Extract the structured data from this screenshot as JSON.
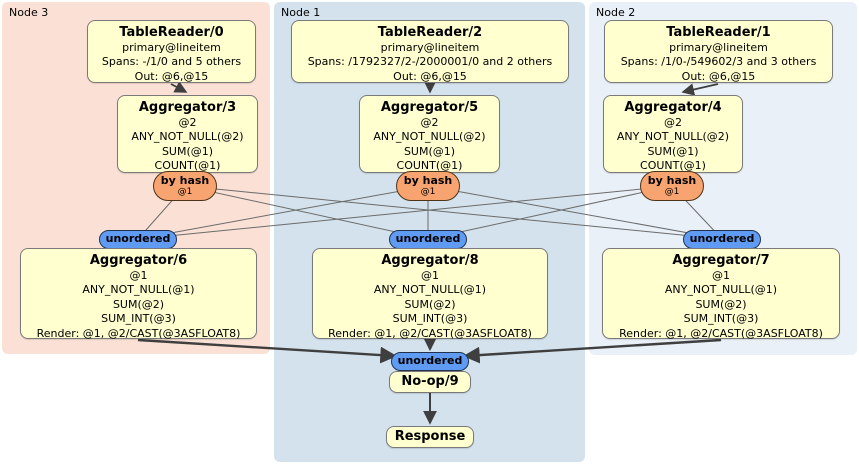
{
  "regions": {
    "node3": {
      "label": "Node 3"
    },
    "node1": {
      "label": "Node 1"
    },
    "node2": {
      "label": "Node 2"
    }
  },
  "boxes": {
    "tr0": {
      "title": "TableReader/0",
      "lines": [
        "primary@lineitem",
        "Spans: -/1/0 and 5 others",
        "Out: @6,@15"
      ]
    },
    "tr2": {
      "title": "TableReader/2",
      "lines": [
        "primary@lineitem",
        "Spans: /1792327/2-/2000001/0 and 2 others",
        "Out: @6,@15"
      ]
    },
    "tr1": {
      "title": "TableReader/1",
      "lines": [
        "primary@lineitem",
        "Spans: /1/0-/549602/3 and 3 others",
        "Out: @6,@15"
      ]
    },
    "agg3": {
      "title": "Aggregator/3",
      "lines": [
        "@2",
        "ANY_NOT_NULL(@2)",
        "SUM(@1)",
        "COUNT(@1)"
      ]
    },
    "agg5": {
      "title": "Aggregator/5",
      "lines": [
        "@2",
        "ANY_NOT_NULL(@2)",
        "SUM(@1)",
        "COUNT(@1)"
      ]
    },
    "agg4": {
      "title": "Aggregator/4",
      "lines": [
        "@2",
        "ANY_NOT_NULL(@2)",
        "SUM(@1)",
        "COUNT(@1)"
      ]
    },
    "agg6": {
      "title": "Aggregator/6",
      "lines": [
        "@1",
        "ANY_NOT_NULL(@1)",
        "SUM(@2)",
        "SUM_INT(@3)",
        "Render: @1, @2/CAST(@3ASFLOAT8)"
      ]
    },
    "agg8": {
      "title": "Aggregator/8",
      "lines": [
        "@1",
        "ANY_NOT_NULL(@1)",
        "SUM(@2)",
        "SUM_INT(@3)",
        "Render: @1, @2/CAST(@3ASFLOAT8)"
      ]
    },
    "agg7": {
      "title": "Aggregator/7",
      "lines": [
        "@1",
        "ANY_NOT_NULL(@1)",
        "SUM(@2)",
        "SUM_INT(@3)",
        "Render: @1, @2/CAST(@3ASFLOAT8)"
      ]
    },
    "noop": {
      "title": "No-op/9"
    },
    "response": {
      "title": "Response"
    }
  },
  "routers": {
    "byhash3": {
      "label": "by hash",
      "detail": "@1"
    },
    "byhash5": {
      "label": "by hash",
      "detail": "@1"
    },
    "byhash4": {
      "label": "by hash",
      "detail": "@1"
    }
  },
  "streams": {
    "unordered6": {
      "label": "unordered"
    },
    "unordered8": {
      "label": "unordered"
    },
    "unordered7": {
      "label": "unordered"
    },
    "unorderedFinal": {
      "label": "unordered"
    }
  },
  "colors": {
    "node3_bg": "#fbe1d5",
    "node1_bg": "#d3e2ec",
    "node2_bg": "#eaf0f8",
    "box_bg": "#ffffd0",
    "router_bg": "#f8a470",
    "stream_bg": "#5f9bf2"
  }
}
